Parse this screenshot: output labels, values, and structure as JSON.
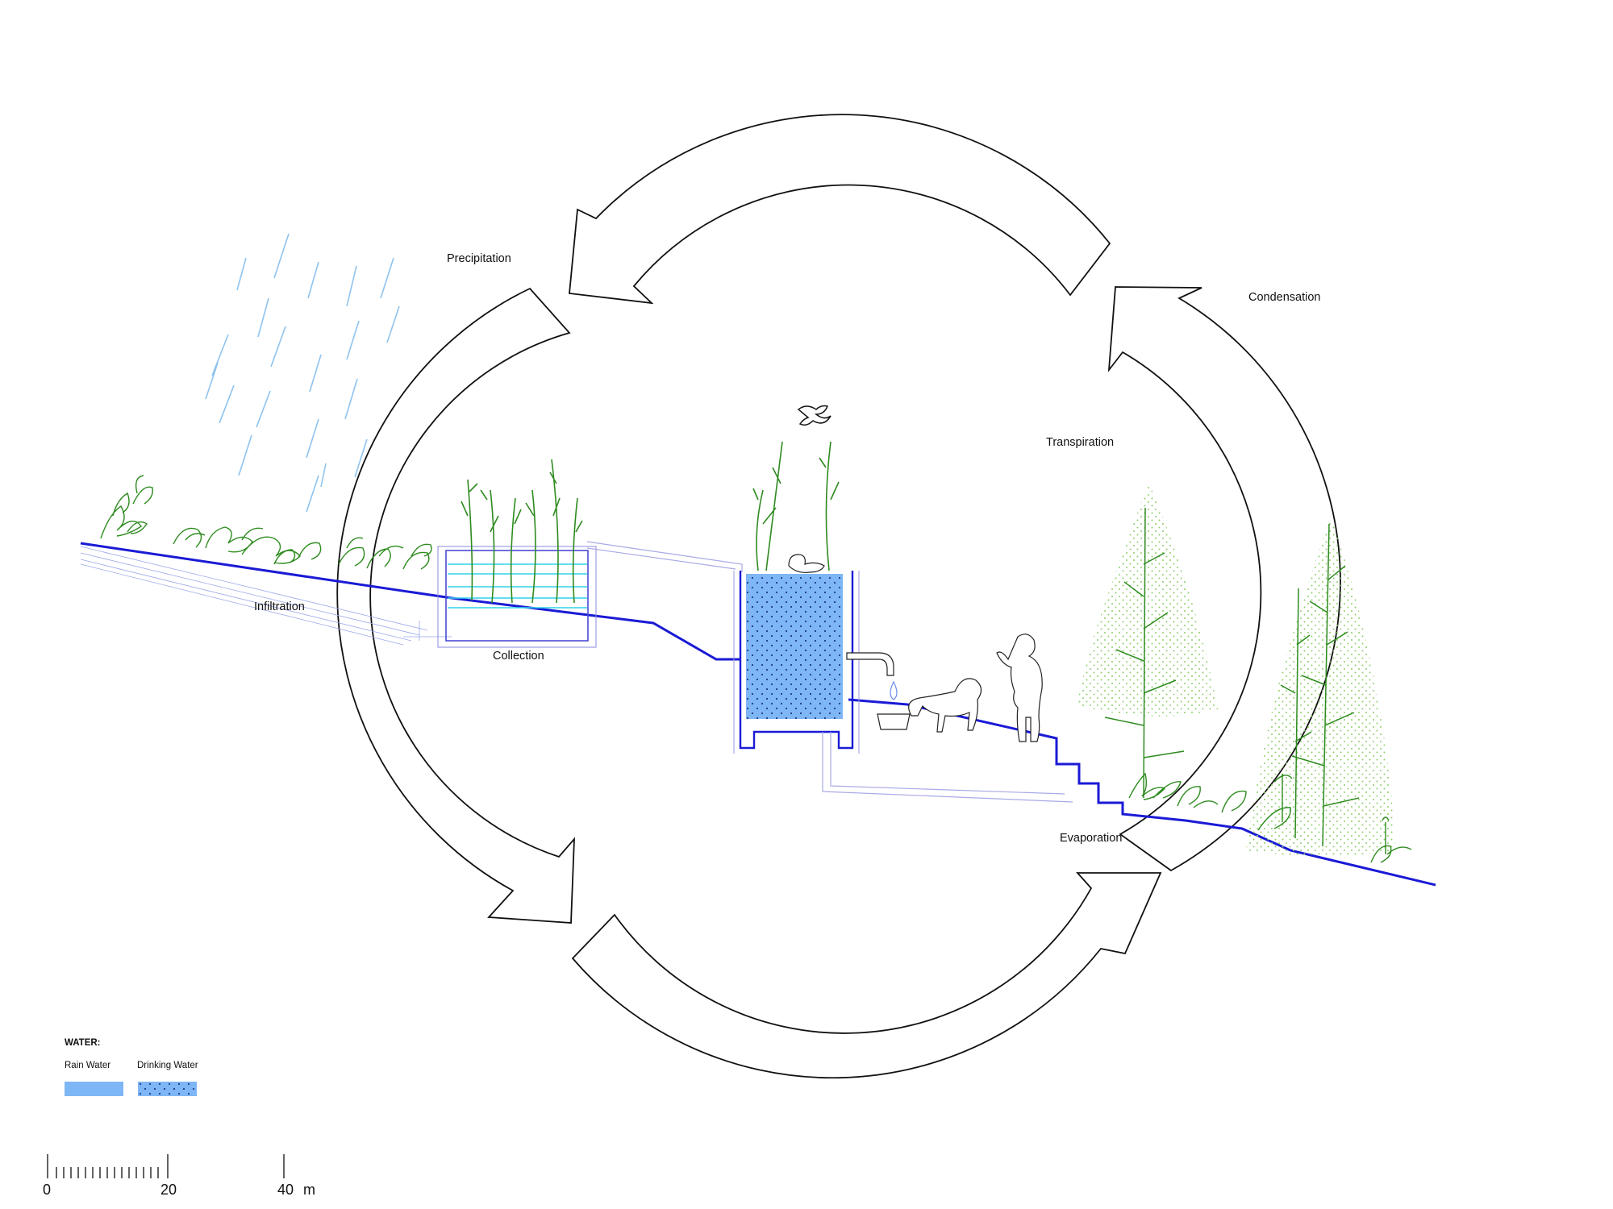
{
  "labels": {
    "precipitation": "Precipitation",
    "condensation": "Condensation",
    "transpiration": "Transpiration",
    "infiltration": "Infiltration",
    "collection": "Collection",
    "evaporation": "Evaporation"
  },
  "legend": {
    "title": "WATER:",
    "rain_water": "Rain Water",
    "drinking_water": "Drinking Water"
  },
  "scale": {
    "tick_0": "0",
    "tick_20": "20",
    "tick_40": "40",
    "unit": "m"
  },
  "colors": {
    "ground_line": "#1a1ad6",
    "rain_water": "#7fb6f5",
    "drinking_water": "#7fb6f5",
    "vegetation": "#2e8b1f",
    "arrow_outline": "#111111",
    "rain": "#8fc3ee"
  },
  "icons": [
    "bird-icon",
    "duck-icon",
    "dog-icon",
    "person-icon",
    "water-drop-icon",
    "faucet-icon"
  ]
}
